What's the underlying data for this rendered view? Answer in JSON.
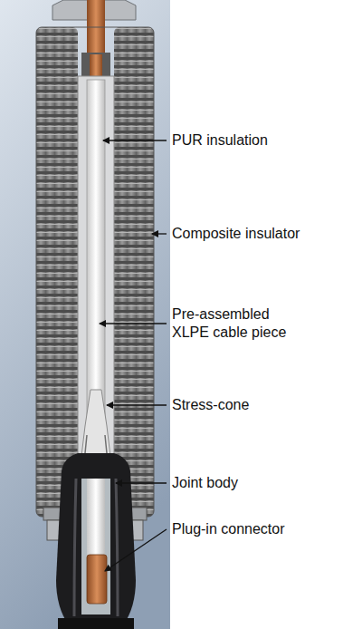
{
  "diagram": {
    "labels": [
      "PUR insulation",
      "Composite insulator",
      "Pre-assembled XLPE cable piece",
      "Stress-cone",
      "Joint body",
      "Plug-in connector"
    ]
  }
}
